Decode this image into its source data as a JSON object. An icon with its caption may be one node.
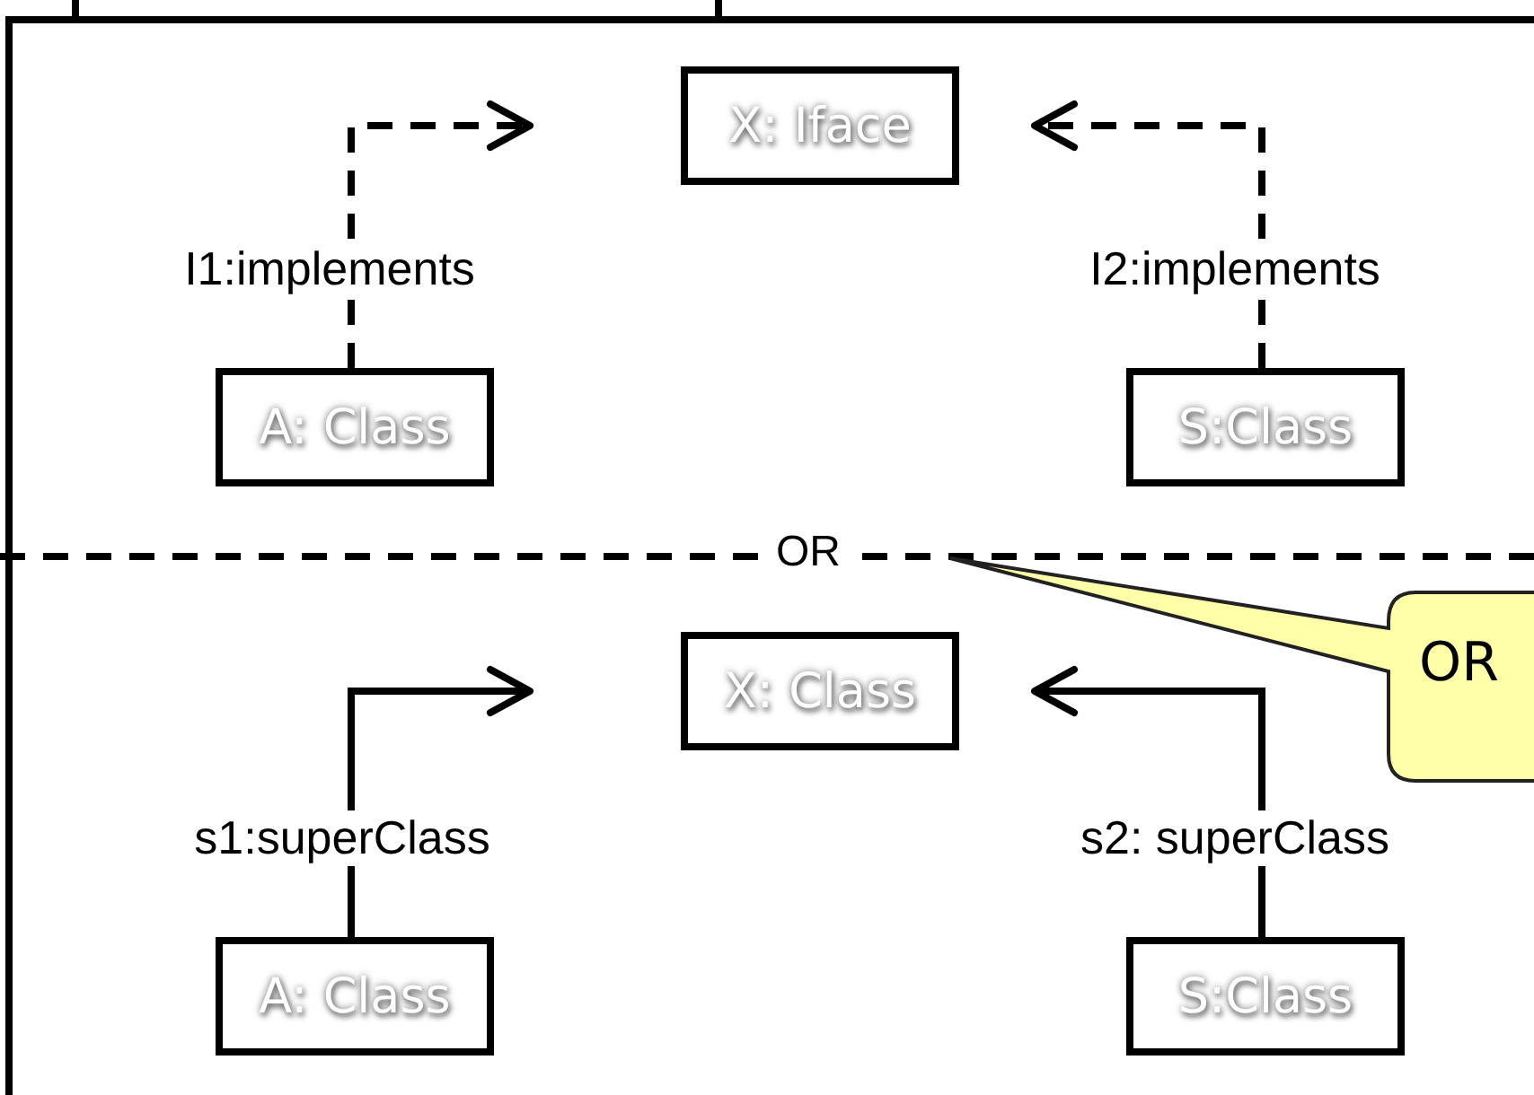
{
  "diagram": {
    "nodes": [
      {
        "text": [
          "X: Iface"
        ]
      },
      {
        "text": [
          "A: Class"
        ]
      },
      {
        "text": [
          "S:Class"
        ]
      },
      {
        "text": [
          "X: Class"
        ]
      },
      {
        "text": [
          "A: Class"
        ]
      },
      {
        "text": [
          "S:Class"
        ]
      },
      {
        "text": [
          "OR"
        ]
      }
    ],
    "edges": [
      {
        "from": 1,
        "to": 0,
        "arrow": "to",
        "style": "dashed",
        "label": "I1:implements"
      },
      {
        "from": 2,
        "to": 0,
        "arrow": "to",
        "style": "dashed",
        "label": "I2:implements"
      },
      {
        "from": 4,
        "to": 3,
        "arrow": "to",
        "label": "s1:superClass"
      },
      {
        "from": 5,
        "to": 3,
        "arrow": "to",
        "label": "s2: superClass"
      }
    ],
    "labels": [
      "OR"
    ]
  }
}
